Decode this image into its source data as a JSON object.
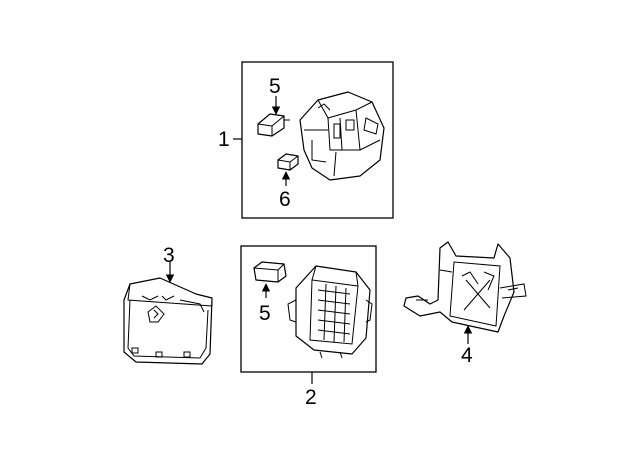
{
  "callouts": {
    "c1": "1",
    "c2": "2",
    "c3": "3",
    "c4": "4",
    "c5_top": "5",
    "c5_bottom": "5",
    "c6": "6"
  },
  "colors": {
    "line": "#000000",
    "background": "#ffffff"
  }
}
